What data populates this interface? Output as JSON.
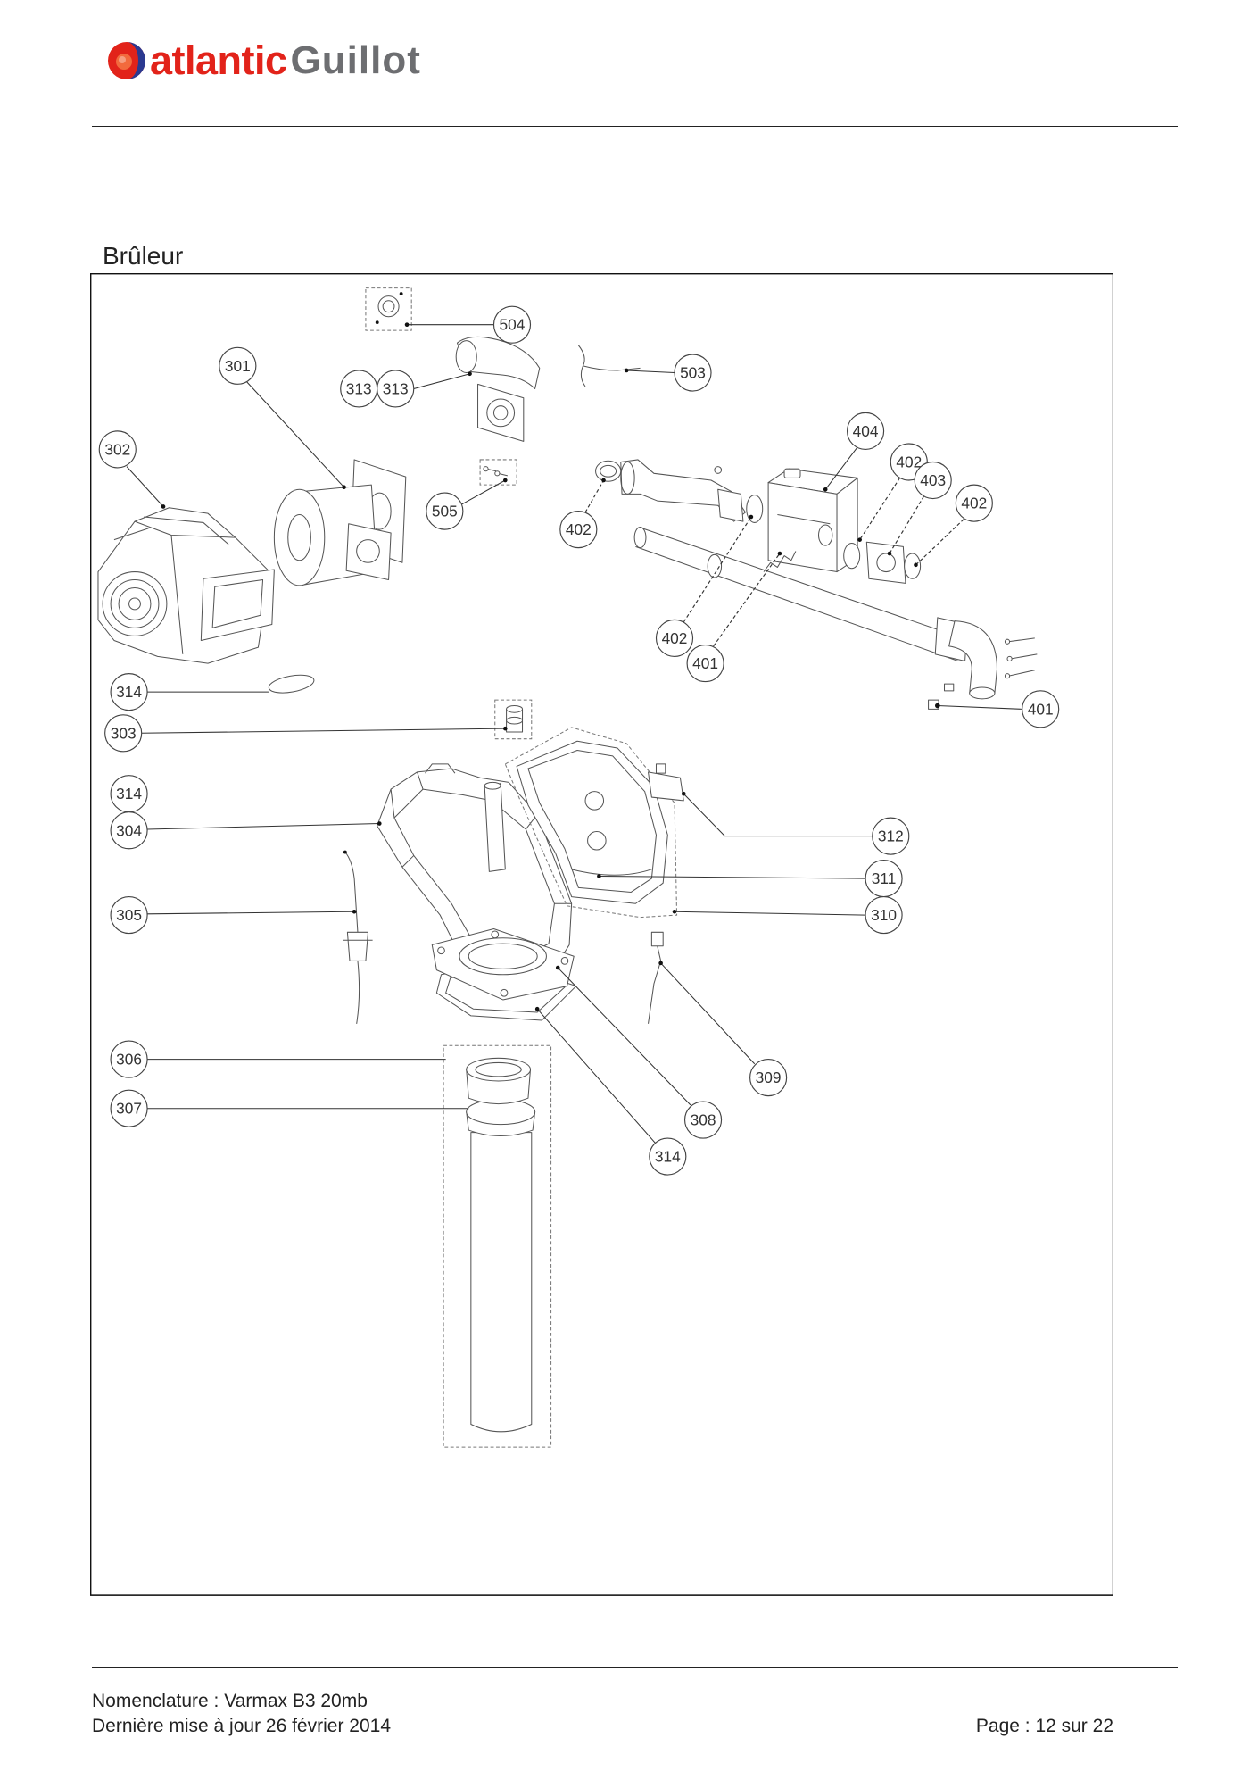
{
  "header": {
    "logo": {
      "brand": "atlantic",
      "sub": "Guillot"
    }
  },
  "section": {
    "title": "Brûleur"
  },
  "diagram": {
    "callouts": [
      "504",
      "503",
      "301",
      "313",
      "313",
      "302",
      "404",
      "402",
      "403",
      "402",
      "505",
      "402",
      "402",
      "401",
      "401",
      "314",
      "303",
      "314",
      "304",
      "312",
      "311",
      "310",
      "305",
      "306",
      "307",
      "309",
      "308",
      "314"
    ]
  },
  "footer": {
    "nomenclature": "Nomenclature : Varmax B3 20mb",
    "updated": "Dernière mise à jour 26 février 2014",
    "page": "Page : 12 sur 22"
  },
  "colors": {
    "brand_red": "#e2231a",
    "brand_gray": "#6d6e71",
    "brand_blue": "#2b3990"
  }
}
